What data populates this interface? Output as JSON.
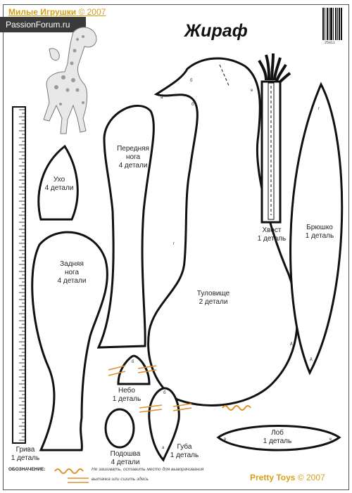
{
  "header": {
    "brand": "Милые Игрушки",
    "brand_year": "© 2007",
    "watermark": "PassionForum.ru",
    "title": "Жираф",
    "barcode_number": "25011"
  },
  "pieces": {
    "uho": {
      "name": "Ухо",
      "count": "4 детали"
    },
    "perednyaya": {
      "name1": "Передняя",
      "name2": "нога",
      "count": "4 детали"
    },
    "zadnyaya": {
      "name1": "Задняя",
      "name2": "нога",
      "count": "4 детали"
    },
    "tulovishche": {
      "name": "Туловище",
      "count": "2 детали"
    },
    "khvost": {
      "name": "Хвост",
      "count": "1 деталь"
    },
    "bryushko": {
      "name": "Брюшко",
      "count": "1 деталь"
    },
    "nebo": {
      "name": "Небо",
      "count": "1 деталь"
    },
    "podoshva": {
      "name": "Подошва",
      "count": "4 детали"
    },
    "guba": {
      "name": "Губа",
      "count": "1 деталь"
    },
    "lob": {
      "name": "Лоб",
      "count": "1 деталь"
    },
    "griva": {
      "name": "Грива",
      "count": "1 деталь"
    }
  },
  "point_letters": [
    "а",
    "б",
    "в",
    "г",
    "д",
    "е"
  ],
  "legend": {
    "title": "ОБОЗНАЧЕНИЕ:",
    "line1": "Не зашивать, оставить место для выворачивания",
    "line2": "вытачка или сшить здесь"
  },
  "footer": {
    "brand": "Pretty Toys",
    "year": "© 2007"
  },
  "colors": {
    "accent": "#d4a017",
    "marker": "#e0902a",
    "outline": "#111111"
  }
}
